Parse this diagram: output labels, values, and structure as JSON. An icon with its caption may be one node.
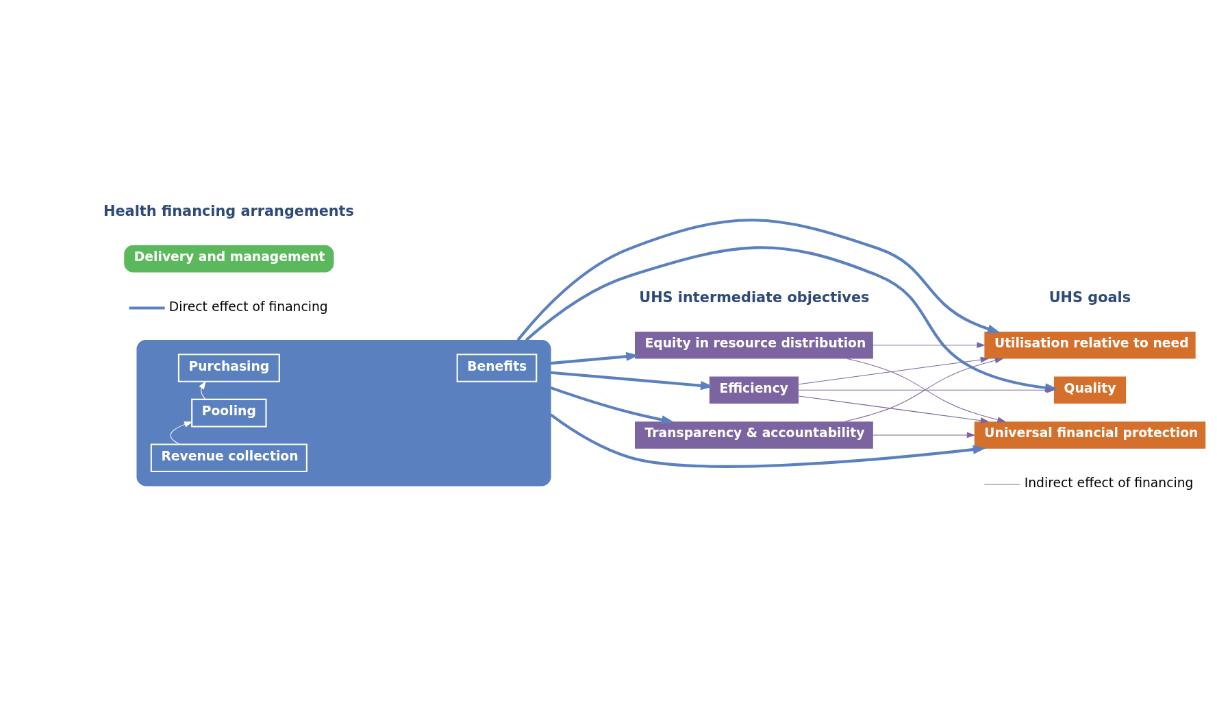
{
  "diagram": {
    "nodes": [
      {
        "text": [],
        "shape": "box"
      },
      {
        "text": [
          "Revenue collection"
        ],
        "in": 0
      },
      {
        "text": [
          "Pooling"
        ],
        "in": 0
      },
      {
        "text": [
          "Purchasing"
        ],
        "in": 0
      },
      {
        "text": [
          "Benefits"
        ],
        "in": 0
      },
      {
        "text": [
          "Delivery and management"
        ]
      },
      {
        "text": [
          "Equity in resource distribution"
        ]
      },
      {
        "text": [
          "Efficiency"
        ]
      },
      {
        "text": [
          "Transparency & accountability"
        ]
      },
      {
        "text": [
          "Utilisation relative to need"
        ]
      },
      {
        "text": [
          "Quality"
        ]
      },
      {
        "text": [
          "Universal financial protection"
        ]
      }
    ],
    "edges": [
      {
        "from": 1,
        "to": 2,
        "arrow": "to",
        "color": "#ffffff"
      },
      {
        "from": 2,
        "to": 3,
        "arrow": "to",
        "color": "#ffffff"
      },
      {
        "from": 0,
        "to": 6,
        "arrow": "to",
        "style": "thick",
        "color": "#5b80c0"
      },
      {
        "from": 0,
        "to": 9,
        "arrow": "to",
        "style": "thick",
        "color": "#5b80c0"
      },
      {
        "from": 0,
        "to": 10,
        "arrow": "to",
        "style": "thick",
        "color": "#5b80c0"
      },
      {
        "from": 0,
        "to": 7,
        "arrow": "to",
        "style": "thick",
        "color": "#5b80c0"
      },
      {
        "from": 0,
        "to": 11,
        "arrow": "to",
        "style": "thick",
        "color": "#5b80c0"
      },
      {
        "from": 0,
        "to": 8,
        "arrow": "to",
        "style": "thick",
        "color": "#5b80c0"
      },
      {
        "from": 6,
        "to": 9,
        "arrow": "to",
        "color": "#7b64a0"
      },
      {
        "from": 6,
        "to": 11,
        "arrow": "to",
        "color": "#7b64a0"
      },
      {
        "from": 7,
        "to": 9,
        "arrow": "to",
        "color": "#7b64a0"
      },
      {
        "from": 7,
        "to": 10,
        "arrow": "to",
        "color": "#7b64a0"
      },
      {
        "from": 7,
        "to": 11,
        "arrow": "to",
        "color": "#7b64a0"
      },
      {
        "from": 8,
        "to": 9,
        "arrow": "to",
        "color": "#7b64a0"
      },
      {
        "from": 8,
        "to": 11,
        "arrow": "to",
        "color": "#7b64a0"
      }
    ],
    "labels": [
      "Health financing arrangements",
      "UHS intermediate objectives",
      "UHS goals"
    ],
    "legend": [
      {
        "text": "Direct effect of financing"
      },
      {
        "text": "Indirect effect of financing"
      }
    ]
  }
}
